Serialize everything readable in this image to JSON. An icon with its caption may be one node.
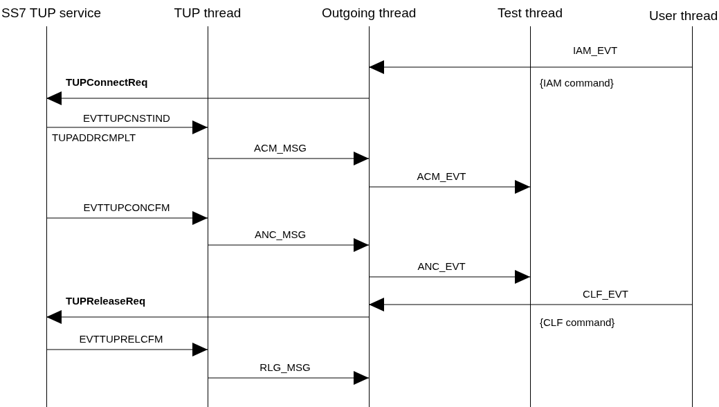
{
  "diagram": {
    "nodes": [
      {
        "text": [
          "SS7 TUP service"
        ]
      },
      {
        "text": [
          "TUP thread"
        ]
      },
      {
        "text": [
          "Outgoing thread"
        ]
      },
      {
        "text": [
          "Test thread"
        ]
      },
      {
        "text": [
          "User thread"
        ]
      }
    ],
    "edges": [
      {
        "from": 4,
        "to": 2,
        "arrow": "to",
        "label": "IAM_EVT"
      },
      {
        "from": 2,
        "to": 0,
        "arrow": "to",
        "label": "TUPConnectReq"
      },
      {
        "from": 0,
        "to": 1,
        "arrow": "to",
        "label": "EVTTUPCNSTIND"
      },
      {
        "from": 1,
        "to": 2,
        "arrow": "to",
        "label": "ACM_MSG"
      },
      {
        "from": 2,
        "to": 3,
        "arrow": "to",
        "label": "ACM_EVT"
      },
      {
        "from": 0,
        "to": 1,
        "arrow": "to",
        "label": "EVTTUPCONCFM"
      },
      {
        "from": 1,
        "to": 2,
        "arrow": "to",
        "label": "ANC_MSG"
      },
      {
        "from": 2,
        "to": 3,
        "arrow": "to",
        "label": "ANC_EVT"
      },
      {
        "from": 4,
        "to": 2,
        "arrow": "to",
        "label": "CLF_EVT"
      },
      {
        "from": 2,
        "to": 0,
        "arrow": "to",
        "label": "TUPReleaseReq"
      },
      {
        "from": 0,
        "to": 1,
        "arrow": "to",
        "label": "EVTTUPRELCFM"
      },
      {
        "from": 1,
        "to": 2,
        "arrow": "to",
        "label": "RLG_MSG"
      }
    ],
    "labels": [
      "{IAM command}",
      "TUPADDRCMPLT",
      "{CLF command}"
    ]
  }
}
